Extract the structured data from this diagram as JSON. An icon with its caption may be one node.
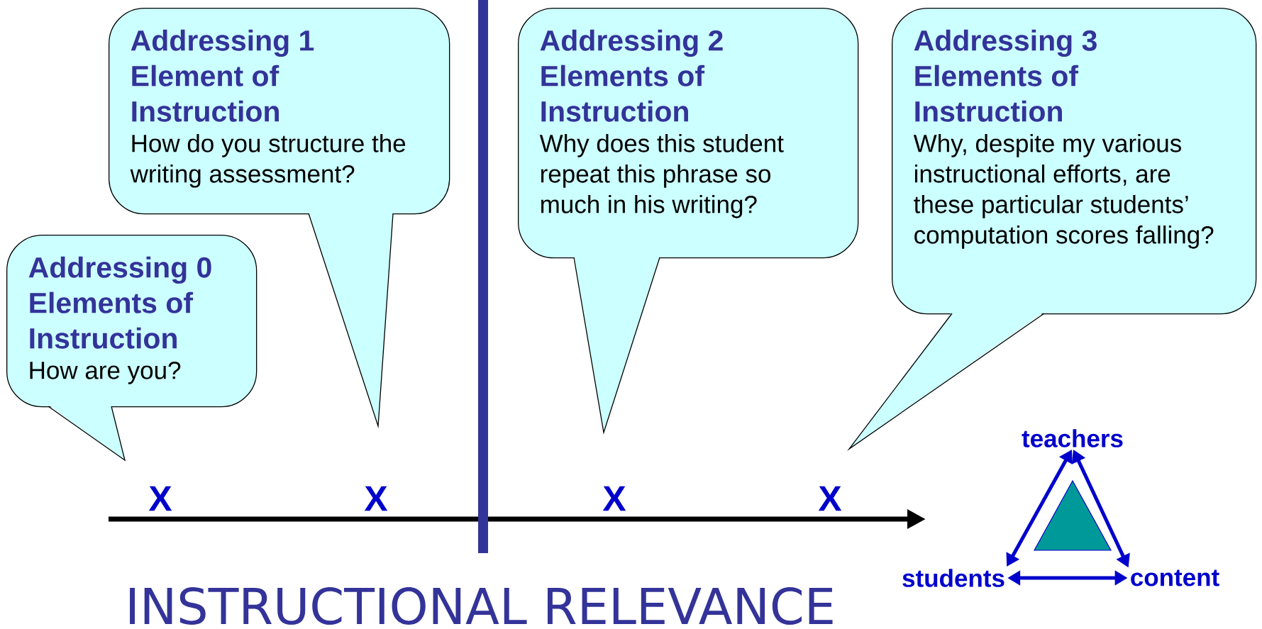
{
  "diagram": {
    "caption": "INSTRUCTIONAL RELEVANCE",
    "nodes": [
      {
        "text": [
          "Addressing 0 Elements of Instruction",
          "How are you?"
        ]
      },
      {
        "text": [
          "Addressing 1 Element of Instruction",
          "How do you structure the writing assessment?"
        ]
      },
      {
        "text": [
          "Addressing 2 Elements of Instruction",
          "Why does this student repeat this phrase so much in his writing?"
        ]
      },
      {
        "text": [
          "Addressing 3 Elements of Instruction",
          "Why, despite my various instructional efforts, are these particular students’ computation scores falling?"
        ]
      },
      {
        "text": [
          "teachers"
        ]
      },
      {
        "text": [
          "students"
        ]
      },
      {
        "text": [
          "content"
        ]
      },
      {
        "text": [],
        "shape": "triangle"
      }
    ],
    "edges": [
      {
        "from": 4,
        "to": 5,
        "arrow": "both"
      },
      {
        "from": 4,
        "to": 6,
        "arrow": "both"
      },
      {
        "from": 5,
        "to": 6,
        "arrow": "both"
      }
    ],
    "labels": [
      "X",
      "X",
      "X",
      "X"
    ]
  }
}
